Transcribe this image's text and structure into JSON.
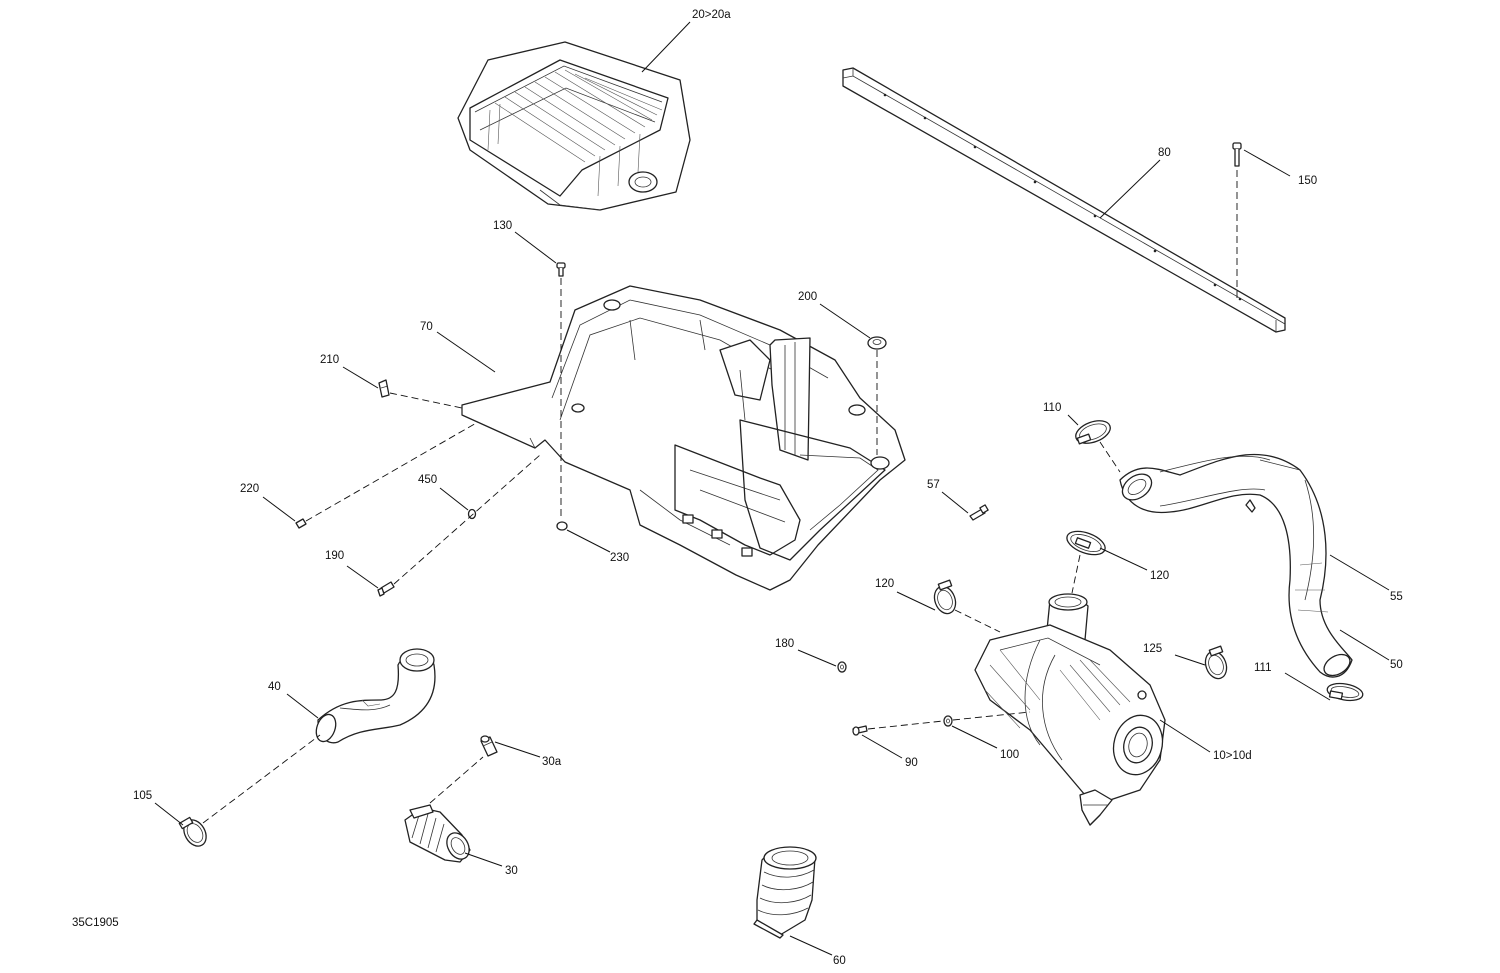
{
  "diagram_ref": "35C1905",
  "callouts": {
    "c20": "20>20a",
    "c80": "80",
    "c150": "150",
    "c130": "130",
    "c200": "200",
    "c70": "70",
    "c210": "210",
    "c110": "110",
    "c220": "220",
    "c450": "450",
    "c57": "57",
    "c230": "230",
    "c190": "190",
    "c120a": "120",
    "c120b": "120",
    "c55": "55",
    "c180": "180",
    "c125": "125",
    "c111": "111",
    "c50": "50",
    "c40": "40",
    "c30a": "30a",
    "c90": "90",
    "c100": "100",
    "c10": "10>10d",
    "c105": "105",
    "c30": "30",
    "c60": "60"
  },
  "icons": {
    "intercooler": "intercooler-icon",
    "support_bar": "support-bar-icon",
    "mounting_bracket": "mounting-bracket-icon",
    "air_filter": "air-filter-housing-icon",
    "intake_hose": "intake-hose-icon",
    "outlet_hose": "outlet-hose-icon",
    "clamps": "hose-clamp-icon",
    "fasteners": "screw-icon",
    "bellows": "intake-bellows-icon"
  }
}
